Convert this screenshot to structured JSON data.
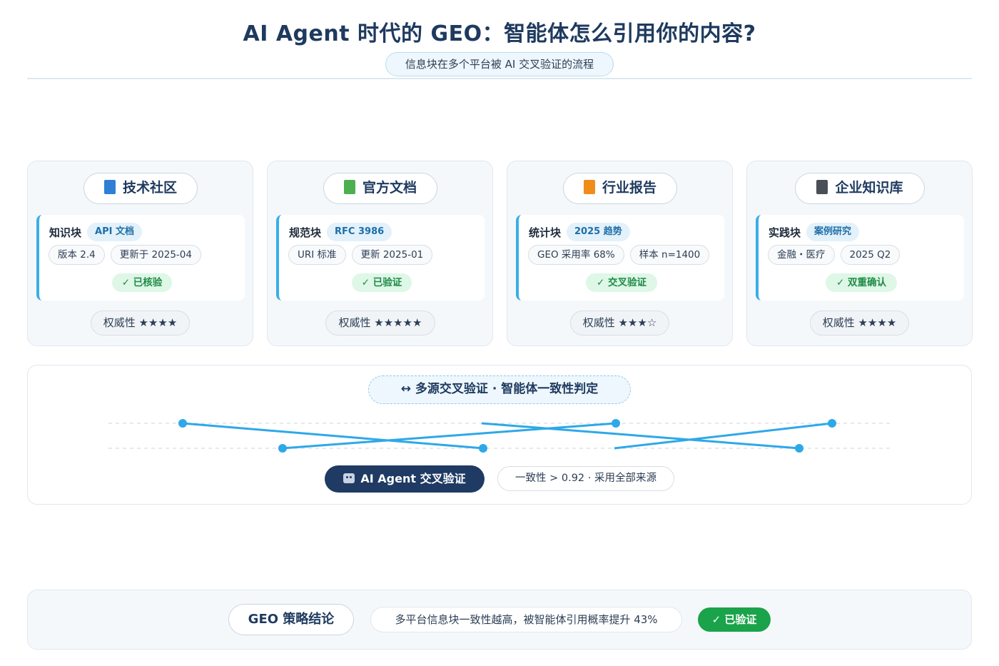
{
  "header": {
    "title": "AI Agent 时代的 GEO：智能体怎么引用你的内容?",
    "subtitle": "信息块在多个平台被 AI 交叉验证的流程"
  },
  "cards": [
    {
      "title": "技术社区",
      "icon": "blue-book-icon",
      "icon_color": "#2f7fd6",
      "block_label": "知识块",
      "block_tag": "API 文档",
      "pills": [
        "版本 2.4",
        "更新于 2025-04"
      ],
      "verify": "✓ 已核验",
      "authority": "权威性 ★★★★"
    },
    {
      "title": "官方文档",
      "icon": "green-book-icon",
      "icon_color": "#4caf50",
      "block_label": "规范块",
      "block_tag": "RFC 3986",
      "pills": [
        "URI 标准",
        "更新 2025-01"
      ],
      "verify": "✓ 已验证",
      "authority": "权威性 ★★★★★"
    },
    {
      "title": "行业报告",
      "icon": "orange-book-icon",
      "icon_color": "#f08c1a",
      "block_label": "统计块",
      "block_tag": "2025 趋势",
      "pills": [
        "GEO 采用率 68%",
        "样本 n=1400"
      ],
      "verify": "✓ 交叉验证",
      "authority": "权威性 ★★★☆"
    },
    {
      "title": "企业知识库",
      "icon": "notebook-icon",
      "icon_color": "#4a4f57",
      "block_label": "实践块",
      "block_tag": "案例研究",
      "pills": [
        "金融・医疗",
        "2025 Q2"
      ],
      "verify": "✓ 双重确认",
      "authority": "权威性 ★★★★"
    }
  ],
  "cross_validation": {
    "heading": "↔ 多源交叉验证 · 智能体一致性判定",
    "agent_button": "AI Agent 交叉验证",
    "agent_icon": "robot-icon",
    "consistency": "一致性 > 0.92 · 采用全部来源",
    "line_color": "#2ea8e8"
  },
  "conclusion": {
    "title": "GEO 策略结论",
    "text": "多平台信息块一致性越高，被智能体引用概率提升 43%",
    "badge": "✓ 已验证"
  }
}
